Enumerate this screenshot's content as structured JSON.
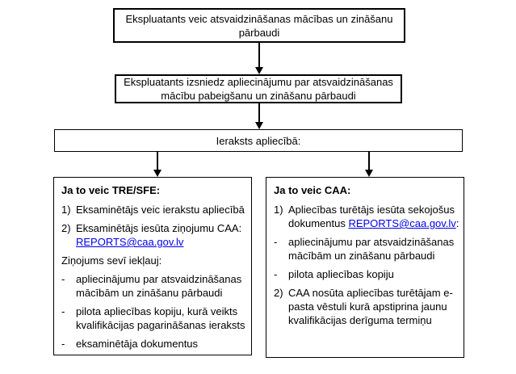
{
  "colors": {
    "border": "#000000",
    "text": "#000000",
    "link": "#0000EE",
    "background": "#FFFFFF"
  },
  "flowchart": {
    "step1": {
      "lines": [
        "Ekspluatants veic atsvaidzināšanas mācības un zināšanu",
        "pārbaudi"
      ]
    },
    "step2": {
      "lines": [
        "Ekspluatants izsniedz apliecinājumu par atsvaidzināšanas",
        "mācību pabeigšanu un zināšanu pārbaudi"
      ]
    },
    "step3": {
      "text": "Ieraksts apliecībā:"
    },
    "tre_sfe": {
      "title": "Ja to veic TRE/SFE:",
      "item1": {
        "marker": "1)",
        "text": "Eksaminētājs veic ierakstu apliecībā"
      },
      "item2": {
        "marker": "2)",
        "text": "Eksaminētājs iesūta ziņojumu CAA:",
        "link": "REPORTS@caa.gov.lv"
      },
      "subtitle": "Ziņojums sevī iekļauj:",
      "bullet1": {
        "marker": "-",
        "lines": [
          "apliecinājumu par atsvaidzināšanas",
          "mācībām un zināšanu pārbaudi"
        ]
      },
      "bullet2": {
        "marker": "-",
        "lines": [
          "pilota apliecības kopiju, kurā veikts",
          "kvalifikācijas pagarināšanas ieraksts"
        ]
      },
      "bullet3": {
        "marker": "-",
        "text": "eksaminētāja dokumentus"
      }
    },
    "caa": {
      "title": "Ja to veic CAA:",
      "item1": {
        "marker": "1)",
        "line1": "Apliecības turētājs iesūta sekojošus",
        "line2_prefix": "dokumentus ",
        "link": "REPORTS@caa.gov.lv",
        "suffix": ":"
      },
      "bullet1": {
        "marker": "-",
        "lines": [
          "apliecinājumu par atsvaidzināšanas",
          "mācībām un zināšanu pārbaudi"
        ]
      },
      "bullet2": {
        "marker": "-",
        "text": "pilota apliecības kopiju"
      },
      "item2": {
        "marker": "2)",
        "lines": [
          "CAA nosūta apliecības turētājam e-",
          "pasta vēstuli kurā apstiprina jaunu",
          "kvalifikācijas derīguma termiņu"
        ]
      }
    }
  }
}
